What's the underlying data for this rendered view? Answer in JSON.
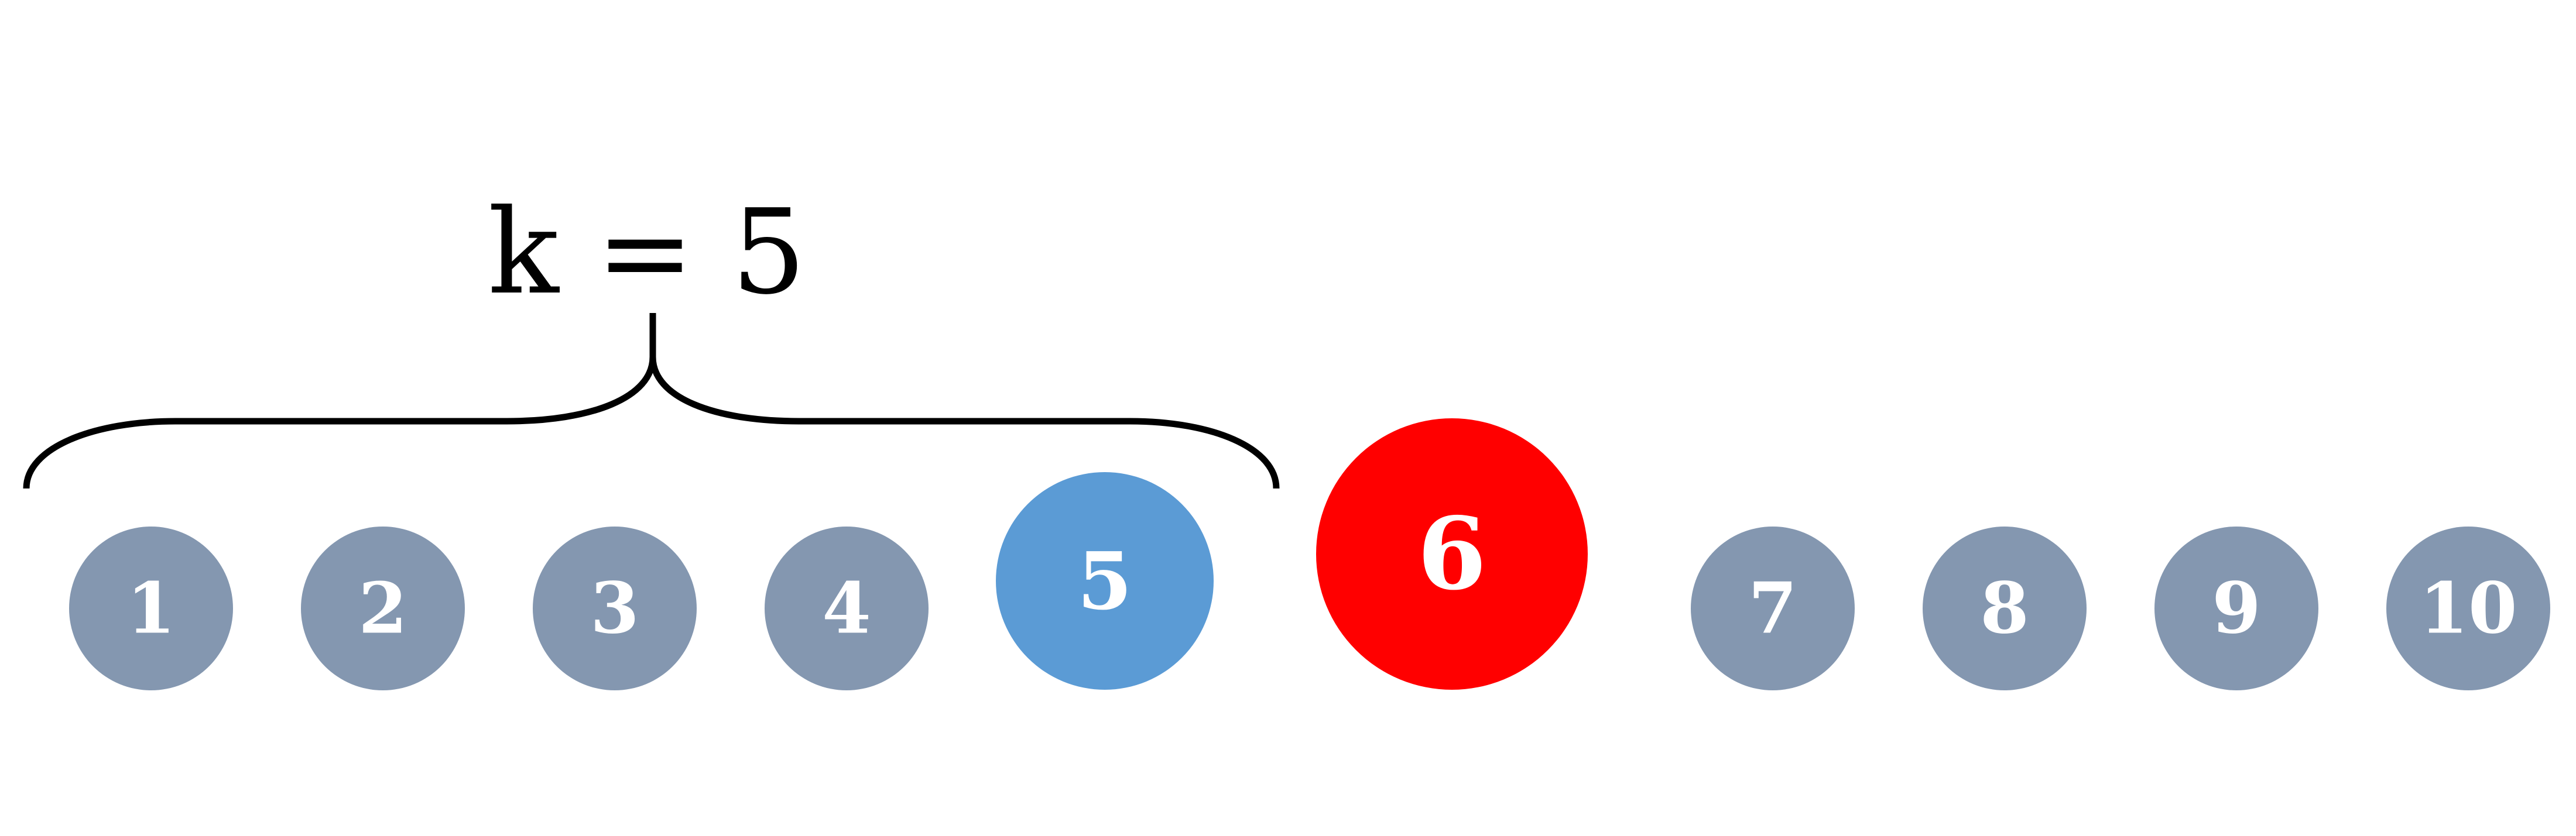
{
  "annotation": {
    "label": "k = 5",
    "bracket_color": "#000000"
  },
  "nodes": [
    {
      "label": "1",
      "kind": "normal"
    },
    {
      "label": "2",
      "kind": "normal"
    },
    {
      "label": "3",
      "kind": "normal"
    },
    {
      "label": "4",
      "kind": "normal"
    },
    {
      "label": "5",
      "kind": "k-th"
    },
    {
      "label": "6",
      "kind": "selected"
    },
    {
      "label": "7",
      "kind": "normal"
    },
    {
      "label": "8",
      "kind": "normal"
    },
    {
      "label": "9",
      "kind": "normal"
    },
    {
      "label": "10",
      "kind": "normal"
    }
  ],
  "colors": {
    "normal": "#8497B0",
    "k-th": "#5B9BD5",
    "selected": "#FF0000",
    "text": "#FFFFFF"
  }
}
